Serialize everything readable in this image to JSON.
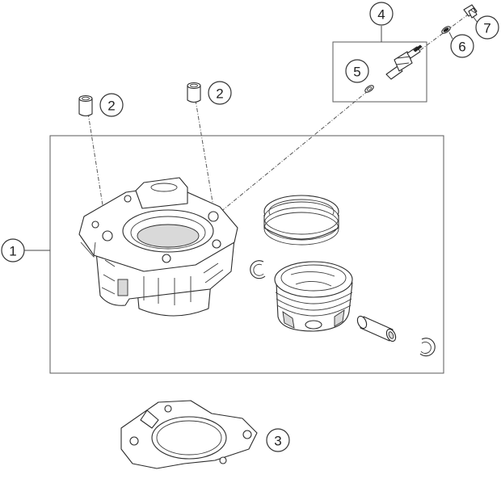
{
  "callouts": {
    "c1": "1",
    "c2a": "2",
    "c2b": "2",
    "c3": "3",
    "c4": "4",
    "c5": "5",
    "c6": "6",
    "c7": "7"
  }
}
